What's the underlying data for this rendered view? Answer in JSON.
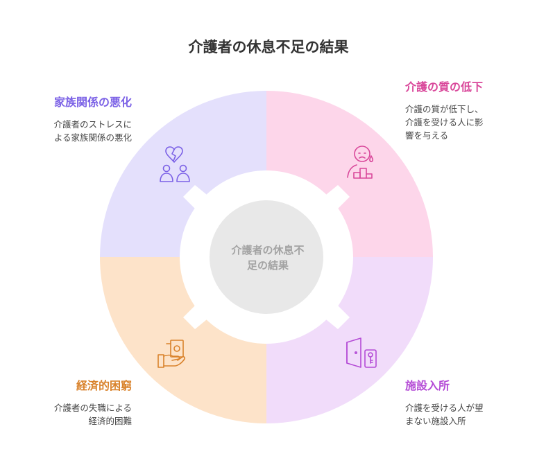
{
  "title": "介護者の休息不足の結果",
  "center": {
    "line1": "介護者の休息不",
    "line2": "足の結果",
    "color": "#e8e8e8"
  },
  "segments": [
    {
      "id": "family",
      "title": "家族関係の悪化",
      "desc": [
        "介護者のストレスに",
        "よる家族関係の悪化"
      ],
      "fill": "#e4e0fc",
      "accent": "#7b61e6",
      "icon": "broken-heart-people-icon"
    },
    {
      "id": "quality",
      "title": "介護の質の低下",
      "desc": [
        "介護の質が低下し、",
        "介護を受ける人に影",
        "響を与える"
      ],
      "fill": "#fdd6ea",
      "accent": "#d9479a",
      "icon": "sad-person-blocks-icon"
    },
    {
      "id": "economic",
      "title": "経済的困窮",
      "desc": [
        "介護者の失職による",
        "経済的困難"
      ],
      "fill": "#fde3c9",
      "accent": "#d9822b",
      "icon": "hand-money-icon"
    },
    {
      "id": "facility",
      "title": "施設入所",
      "desc": [
        "介護を受ける人が望",
        "まない施設入所"
      ],
      "fill": "#f1dcfa",
      "accent": "#b44bd6",
      "icon": "door-key-icon"
    }
  ]
}
